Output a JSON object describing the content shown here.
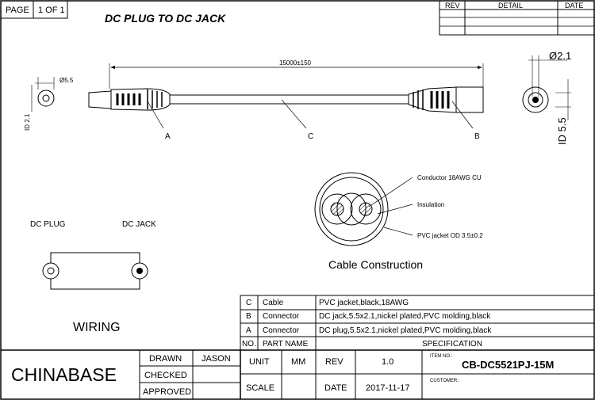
{
  "page": {
    "label": "PAGE",
    "value": "1 OF 1"
  },
  "title": "DC PLUG TO DC JACK",
  "revision_table": {
    "headers": [
      "REV",
      "DETAIL",
      "DATE"
    ],
    "rows": 3
  },
  "drawing": {
    "length_dimension": "15000±150",
    "plug_diameter": "Ø5.5",
    "plug_inner_diameter": "ID 2.1",
    "jack_outer_diameter": "Ø2.1",
    "jack_inner_diameter": "ID 5.5",
    "callouts": [
      "A",
      "C",
      "B"
    ]
  },
  "cable_construction": {
    "title": "Cable Construction",
    "labels": [
      "Conductor 18AWG CU",
      "Insulation",
      "PVC jacket OD 3.5±0.2"
    ]
  },
  "wiring": {
    "title": "WIRING",
    "plug_label": "DC PLUG",
    "jack_label": "DC JACK"
  },
  "parts_list": {
    "headers": {
      "no": "NO.",
      "part_name": "PART NAME",
      "specification": "SPECIFICATION"
    },
    "rows": [
      {
        "no": "C",
        "part": "Cable",
        "spec": "PVC jacket,black,18AWG"
      },
      {
        "no": "B",
        "part": "Connector",
        "spec": "DC jack,5.5x2.1,nickel plated,PVC molding,black"
      },
      {
        "no": "A",
        "part": "Connector",
        "spec": "DC plug,5.5x2.1,nickel plated,PVC molding,black"
      }
    ]
  },
  "title_block": {
    "company": "CHINABASE",
    "drawn_label": "DRAWN",
    "drawn_value": "JASON",
    "checked_label": "CHECKED",
    "approved_label": "APPROVED",
    "unit_label": "UNIT",
    "unit_value": "MM",
    "rev_label": "REV",
    "rev_value": "1.0",
    "scale_label": "SCALE",
    "date_label": "DATE",
    "date_value": "2017-11-17",
    "item_no_label": "ITEM NO.:",
    "item_no_value": "CB-DC5521PJ-15M",
    "customer_label": "CUSTOMER:"
  }
}
